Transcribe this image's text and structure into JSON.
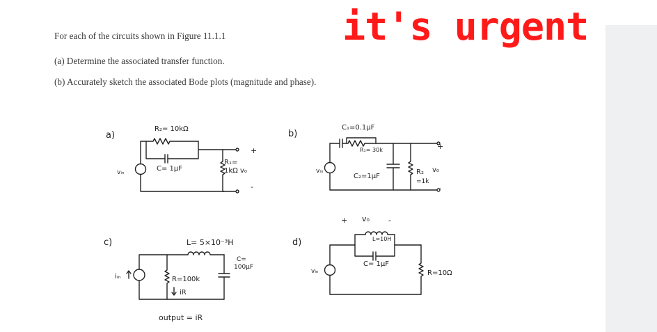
{
  "note": {
    "text": "it's urgent",
    "color": "#ff1a1a"
  },
  "problem": {
    "line1": "For each of the circuits shown in Figure 11.1.1",
    "line2": "(a) Determine the associated transfer function.",
    "line3": "(b) Accurately sketch the associated Bode plots (magnitude and phase)."
  },
  "figure": {
    "a": {
      "label": "a)",
      "r2": "R₂= 10kΩ",
      "c": "C= 1µF",
      "r1": "R₁=",
      "r1v": "1kΩ",
      "vin": "vᵢₙ",
      "vo": "v₀",
      "plus": "+",
      "minus": "-"
    },
    "b": {
      "label": "b)",
      "c1": "C₁=0.1µF",
      "r1": "R₁= 30k",
      "c2": "C₂=1µF",
      "r2": "R₂",
      "r2v": "=1k",
      "vin": "vᵢₙ",
      "vo": "v₀",
      "plus": "+",
      "minus": "-"
    },
    "c": {
      "label": "c)",
      "l": "L= 5×10⁻³H",
      "cval": "C=",
      "cval2": "100µF",
      "r": "R=100k",
      "ir": "iR",
      "iin": "iᵢₙ",
      "output": "output = iR"
    },
    "d": {
      "label": "d)",
      "vo": "v₀",
      "plus": "+",
      "minus": "-",
      "l": "L=10H",
      "c": "C= 1µF",
      "r": "R=10Ω",
      "vin": "vᵢₙ"
    }
  }
}
